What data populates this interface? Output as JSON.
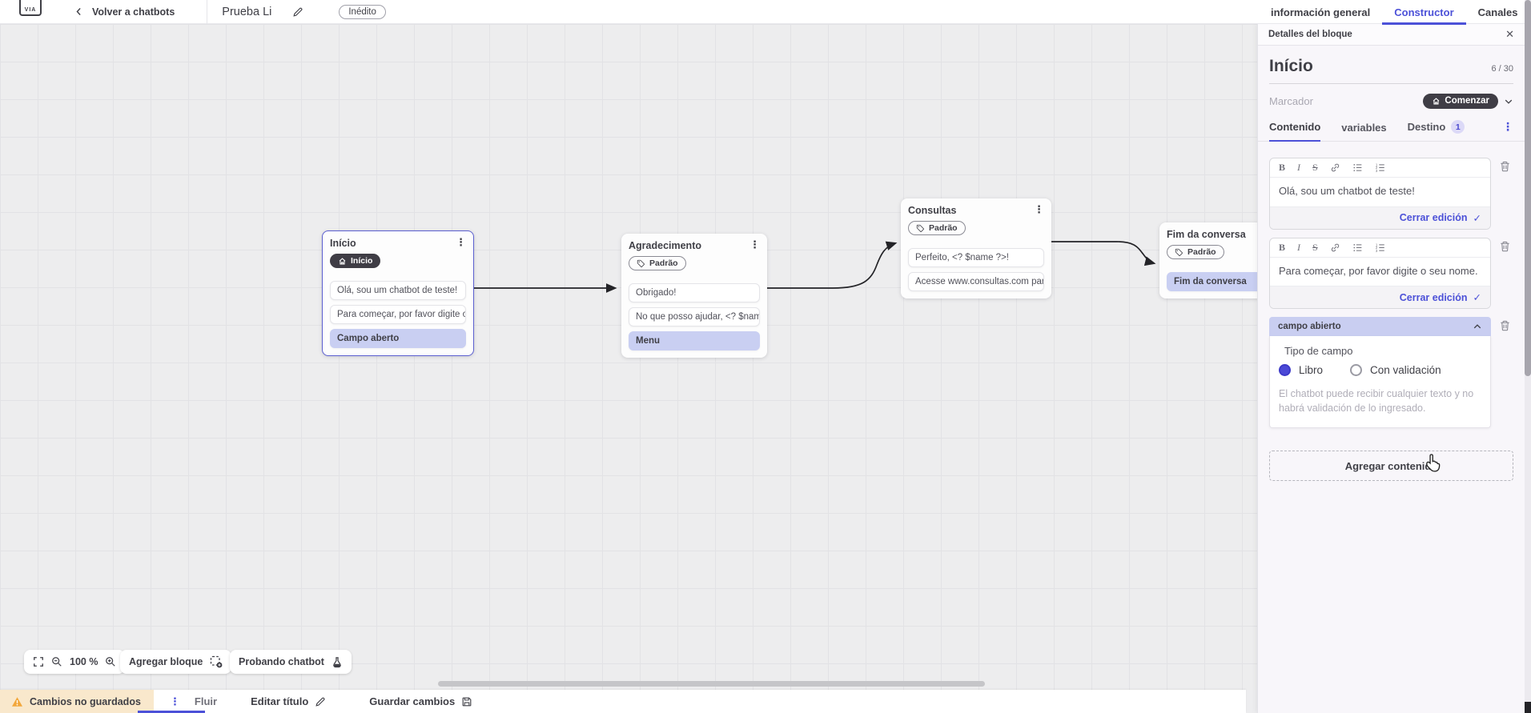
{
  "app": {
    "logo_text": "VIA"
  },
  "icons": {
    "kebab": "⋮",
    "close": "✕",
    "check": "✓"
  },
  "header": {
    "back_label": "Volver a chatbots",
    "chatbot_title": "Prueba Li",
    "status_badge": "Inédito",
    "tabs": [
      {
        "label": "información general",
        "active": false
      },
      {
        "label": "Constructor",
        "active": true
      },
      {
        "label": "Canales",
        "active": false
      }
    ]
  },
  "canvas": {
    "zoom_level": "100 %",
    "add_block_label": "Agregar bloque",
    "test_chatbot_label": "Probando chatbot",
    "nodes": [
      {
        "title": "Início",
        "badge": {
          "label": "Início",
          "style": "start"
        },
        "items": [
          {
            "text": "Olá, sou um chatbot de teste!",
            "highlight": false
          },
          {
            "text": "Para começar, por favor digite o ...",
            "highlight": false
          },
          {
            "text": "Campo aberto",
            "highlight": true
          }
        ]
      },
      {
        "title": "Agradecimento",
        "badge": {
          "label": "Padrão",
          "style": "default"
        },
        "items": [
          {
            "text": "Obrigado!",
            "highlight": false
          },
          {
            "text": "No que posso ajudar, <? $name ...",
            "highlight": false
          },
          {
            "text": "Menu",
            "highlight": true
          }
        ]
      },
      {
        "title": "Consultas",
        "badge": {
          "label": "Padrão",
          "style": "default"
        },
        "items": [
          {
            "text": "Perfeito, <? $name ?>!",
            "highlight": false
          },
          {
            "text": "Acesse www.consultas.com par...",
            "highlight": false
          }
        ]
      },
      {
        "title": "Fim da conversa",
        "badge": {
          "label": "Padrão",
          "style": "default"
        },
        "items": [
          {
            "text": "Fim da conversa",
            "highlight": true
          }
        ]
      }
    ]
  },
  "panel": {
    "title": "Detalles del bloque",
    "block_name": "Início",
    "char_counter": "6 / 30",
    "marker_label": "Marcador",
    "marker_value": "Comenzar",
    "tabs": [
      {
        "label": "Contenido",
        "active": true
      },
      {
        "label": "variables",
        "active": false
      },
      {
        "label": "Destino",
        "active": false,
        "badge": "1"
      }
    ],
    "editor_toolbar": {
      "bold": "B",
      "italic": "I",
      "strike": "S"
    },
    "editors": [
      {
        "text": "Olá, sou um chatbot de teste!",
        "close_label": "Cerrar edición"
      },
      {
        "text": "Para começar, por favor digite o seu nome.",
        "close_label": "Cerrar edición"
      }
    ],
    "open_field": {
      "header": "campo abierto",
      "type_label": "Tipo de campo",
      "options": [
        {
          "label": "Libro",
          "selected": true
        },
        {
          "label": "Con validación",
          "selected": false
        }
      ],
      "helper_text": "El chatbot puede recibir cualquier texto y no habrá validación de lo ingresado."
    },
    "add_content_label": "Agregar contenido"
  },
  "footer": {
    "unsaved_label": "Cambios no guardados",
    "flow_tab": "Fluir",
    "edit_title_label": "Editar título",
    "save_label": "Guardar cambios"
  },
  "colors": {
    "accent": "#4c51d8",
    "highlight": "#c9cff2",
    "dark_pill": "#3f3d45",
    "selected_node_border": "#5b5fd0",
    "warning_bg": "#f9e8cc",
    "canvas_bg": "#ededee"
  }
}
